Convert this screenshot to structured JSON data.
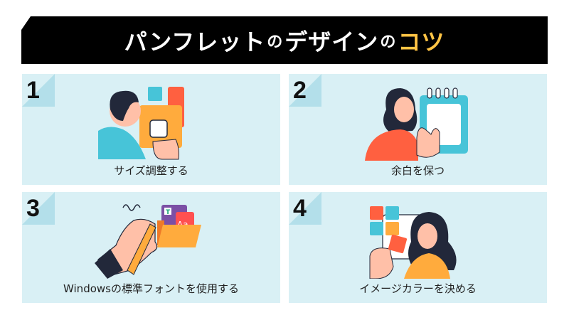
{
  "banner": {
    "title_part1": "パンフレット",
    "connector1": "の",
    "title_part2": "デザイン",
    "connector2": "の",
    "title_accent": "コツ",
    "accent_color": "#ffc445",
    "background": "#000000"
  },
  "colors": {
    "card_bg": "#d9f0f5",
    "corner_bg": "#b3dfea",
    "teal": "#47c4d8",
    "orange": "#ffab3d",
    "red": "#ff6040",
    "navy": "#22283a",
    "skin": "#ffc0a8",
    "purple": "#7b4fa5"
  },
  "tips": [
    {
      "number": "1",
      "label": "サイズ調整する",
      "illustration": "person-resizing-shapes-illustration"
    },
    {
      "number": "2",
      "label": "余白を保つ",
      "illustration": "woman-holding-notepad-illustration"
    },
    {
      "number": "3",
      "label": "Windowsの標準フォントを使用する",
      "illustration": "hand-pencil-font-folder-illustration"
    },
    {
      "number": "4",
      "label": "イメージカラーを決める",
      "illustration": "woman-color-palette-illustration"
    }
  ]
}
